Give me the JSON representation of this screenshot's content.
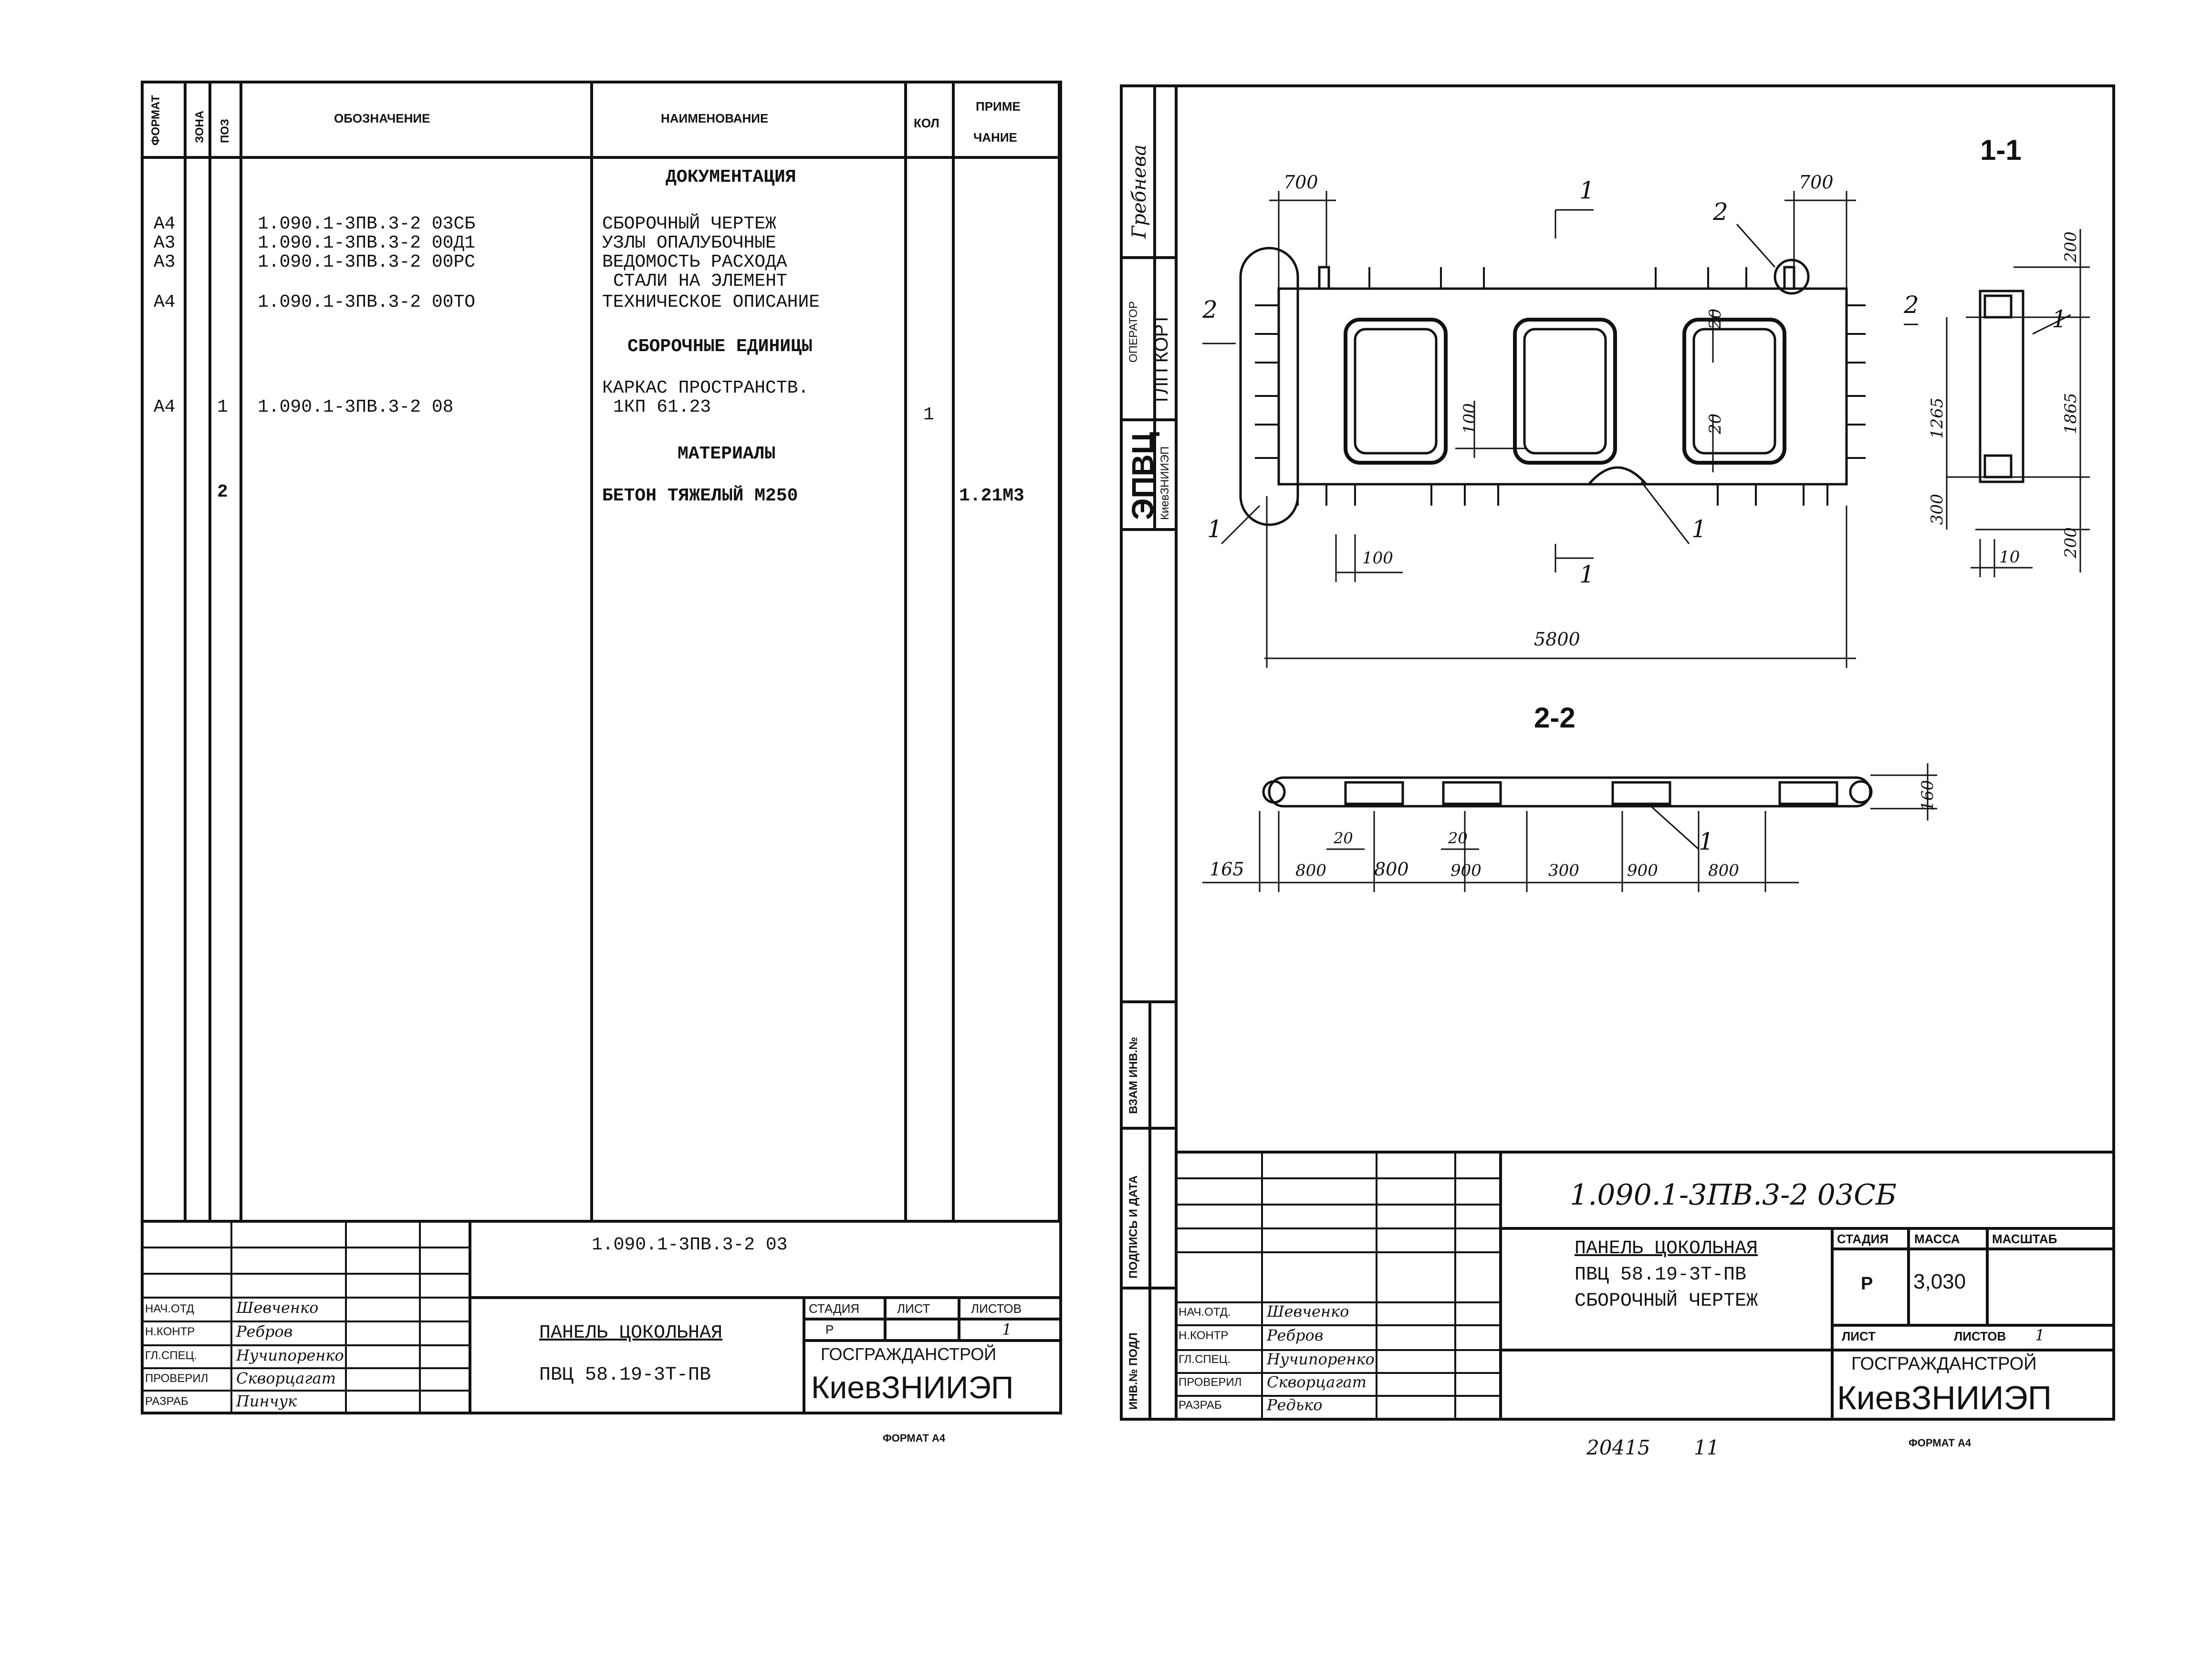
{
  "spec": {
    "headers": {
      "format": "ФОРМАТ",
      "zone": "ЗОНА",
      "pos": "ПОЗ",
      "designation": "ОБОЗНАЧЕНИЕ",
      "name": "НАИМЕНОВАНИЕ",
      "qty": "КОЛ",
      "note_1": "ПРИМЕ",
      "note_2": "ЧАНИЕ"
    },
    "sections": {
      "documentation": "ДОКУМЕНТАЦИЯ",
      "assembly_units": "СБОРОЧНЫЕ ЕДИНИЦЫ",
      "materials": "МАТЕРИАЛЫ"
    },
    "rows": [
      {
        "format": "A4",
        "pos": "",
        "designation": "1.090.1-3ПВ.3-2 03СБ",
        "name": "СБОРОЧНЫЙ ЧЕРТЕЖ",
        "qty": "",
        "note": ""
      },
      {
        "format": "A3",
        "pos": "",
        "designation": "1.090.1-3ПВ.3-2 00Д1",
        "name": "УЗЛЫ ОПАЛУБОЧНЫЕ",
        "qty": "",
        "note": ""
      },
      {
        "format": "A3",
        "pos": "",
        "designation": "1.090.1-3ПВ.3-2 00РС",
        "name": "ВЕДОМОСТЬ РАСХОДА",
        "qty": "",
        "note": ""
      },
      {
        "format": "",
        "pos": "",
        "designation": "",
        "name": "СТАЛИ НА ЭЛЕМЕНТ",
        "qty": "",
        "note": ""
      },
      {
        "format": "A4",
        "pos": "",
        "designation": "1.090.1-3ПВ.3-2 00ТО",
        "name": "ТЕХНИЧЕСКОЕ ОПИСАНИЕ",
        "qty": "",
        "note": ""
      },
      {
        "format": "A4",
        "pos": "1",
        "designation": "1.090.1-3ПВ.3-2 08",
        "name": "КАРКАС ПРОСТРАНСТВ.",
        "qty": "1",
        "note": ""
      },
      {
        "format": "",
        "pos": "",
        "designation": "",
        "name": "1КП 61.23",
        "qty": "",
        "note": ""
      },
      {
        "format": "",
        "pos": "2",
        "designation": "",
        "name": "БЕТОН ТЯЖЕЛЫЙ М250",
        "qty": "",
        "note": "1.21М3"
      }
    ],
    "title_block": {
      "code": "1.090.1-3ПВ.3-2 03",
      "title_1": "ПАНЕЛЬ ЦОКОЛЬНАЯ",
      "title_2": "ПВЦ 58.19-3Т-ПВ",
      "stage_label": "СТАДИЯ",
      "sheet_label": "ЛИСТ",
      "sheets_label": "ЛИСТОВ",
      "stage": "Р",
      "sheets": "1",
      "org": "ГОСГРАЖДАНСТРОЙ",
      "org_name": "КиевЗНИИЭП",
      "format": "ФОРМАТ А4",
      "people": [
        {
          "role": "НАЧ.ОТД",
          "name": "Шевченко"
        },
        {
          "role": "Н.КОНТР",
          "name": "Ребров"
        },
        {
          "role": "ГЛ.СПЕЦ.",
          "name": "Нучипоренко"
        },
        {
          "role": "ПРОВЕРИЛ",
          "name": "Скворцагат"
        },
        {
          "role": "РАЗРАБ",
          "name": "Пинчук"
        }
      ]
    }
  },
  "drawing": {
    "stamp": {
      "author": "Гребнева",
      "operator_label": "ОПЕРАТОР",
      "operator": "ТЛП КОРТ",
      "dept": "ЭПВЦ",
      "dept_sub": "КиевЗНИИЭП"
    },
    "side_labels": {
      "vzam": "ВЗАМ ИНВ.№",
      "podpis": "ПОДПИСЬ И ДАТА",
      "inv": "ИНВ.№ ПОДЛ"
    },
    "section_1_1": "1-1",
    "section_2_2": "2-2",
    "dims": {
      "d700_left": "700",
      "d700_right": "700",
      "d20_a": "20",
      "d20_b": "20",
      "d100_v": "100",
      "d100_h": "100",
      "d5800": "5800",
      "d200_top": "200",
      "d1265": "1265",
      "d1865": "1865",
      "d300": "300",
      "d200_bot": "200",
      "d10": "10",
      "d160": "160",
      "s_165": "165",
      "s_800a": "800",
      "s_800b": "800",
      "s_900a": "900",
      "s_300": "300",
      "s_900b": "900",
      "s_800c": "800",
      "s_20a": "20",
      "s_20b": "20"
    },
    "markers": {
      "cut1_top": "1",
      "cut1_bot": "1",
      "cut2_left": "2",
      "cut2_right": "2",
      "callout_1a": "1",
      "callout_1b": "1",
      "callout_1c": "1",
      "callout_1d": "1",
      "callout_2": "2"
    },
    "title_block": {
      "code": "1.090.1-3ПВ.3-2   03СБ",
      "title_1": "ПАНЕЛЬ ЦОКОЛЬНАЯ",
      "title_2": "ПВЦ 58.19-3Т-ПВ",
      "title_3": "СБОРОЧНЫЙ ЧЕРТЕЖ",
      "stage_label": "СТАДИЯ",
      "mass_label": "МАССА",
      "scale_label": "МАСШТАБ",
      "stage": "Р",
      "mass": "3,030",
      "sheet_label": "ЛИСТ",
      "sheets_label": "ЛИСТОВ",
      "sheets": "1",
      "org": "ГОСГРАЖДАНСТРОЙ",
      "org_name": "КиевЗНИИЭП",
      "format": "ФОРМАТ А4",
      "footer_num": "20415",
      "footer_sheet": "11",
      "people": [
        {
          "role": "НАЧ.ОТД.",
          "name": "Шевченко"
        },
        {
          "role": "Н.КОНТР",
          "name": "Ребров"
        },
        {
          "role": "ГЛ.СПЕЦ.",
          "name": "Нучипоренко"
        },
        {
          "role": "ПРОВЕРИЛ",
          "name": "Скворцагат"
        },
        {
          "role": "РАЗРАБ",
          "name": "Редько"
        }
      ]
    }
  }
}
